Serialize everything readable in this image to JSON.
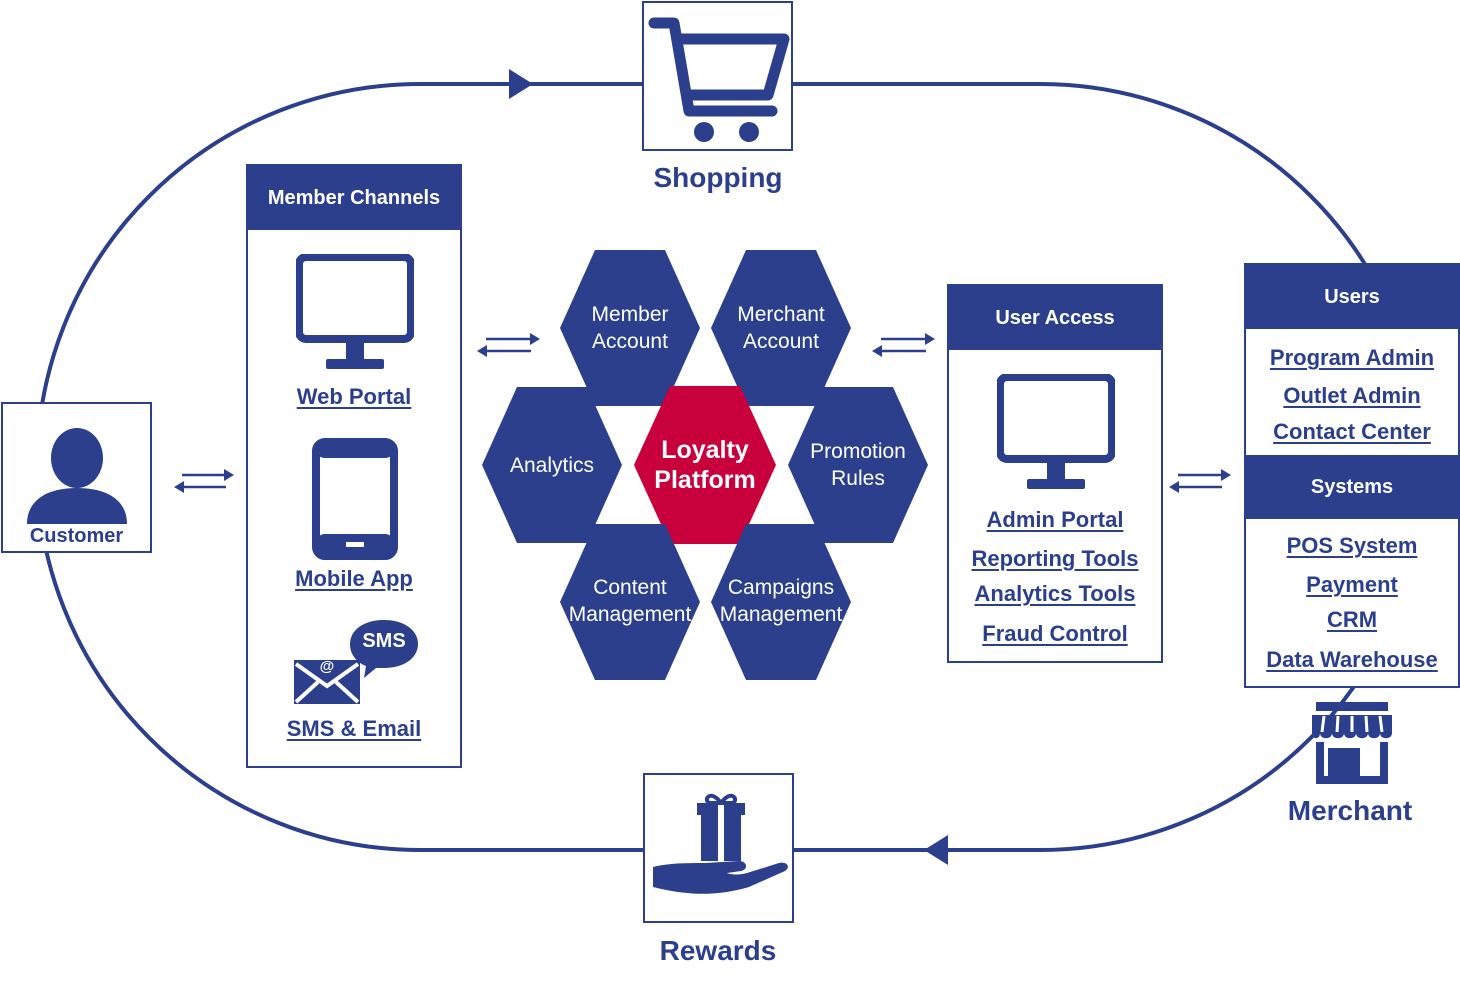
{
  "colors": {
    "primary": "#2b3f8c",
    "accent": "#c8003c",
    "background": "#ffffff"
  },
  "customer": {
    "label": "Customer",
    "icon": "person-icon"
  },
  "shopping": {
    "label": "Shopping",
    "icon": "shopping-cart-icon"
  },
  "rewards": {
    "label": "Rewards",
    "icon": "gift-hand-icon"
  },
  "merchant": {
    "label": "Merchant",
    "icon": "storefront-icon"
  },
  "member_channels": {
    "title": "Member Channels",
    "items": [
      {
        "label": "Web Portal",
        "icon": "monitor-icon"
      },
      {
        "label": "Mobile App",
        "icon": "tablet-icon"
      },
      {
        "label": "SMS & Email",
        "icon": "sms-email-icon"
      }
    ],
    "sms_badge": "SMS",
    "email_symbol": "@"
  },
  "platform": {
    "core": {
      "line1": "Loyalty",
      "line2": "Platform"
    },
    "modules": [
      {
        "line1": "Member",
        "line2": "Account"
      },
      {
        "line1": "Merchant",
        "line2": "Account"
      },
      {
        "line1": "Analytics",
        "line2": ""
      },
      {
        "line1": "Promotion",
        "line2": "Rules"
      },
      {
        "line1": "Content",
        "line2": "Management"
      },
      {
        "line1": "Campaigns",
        "line2": "Management"
      }
    ]
  },
  "user_access": {
    "title": "User Access",
    "icon": "monitor-icon",
    "items": [
      "Admin Portal",
      "Reporting Tools",
      "Analytics Tools",
      "Fraud Control"
    ]
  },
  "users": {
    "title": "Users",
    "items": [
      "Program Admin",
      "Outlet Admin",
      "Contact Center"
    ]
  },
  "systems": {
    "title": "Systems",
    "items": [
      "POS System",
      "Payment",
      "CRM",
      "Data Warehouse"
    ]
  }
}
